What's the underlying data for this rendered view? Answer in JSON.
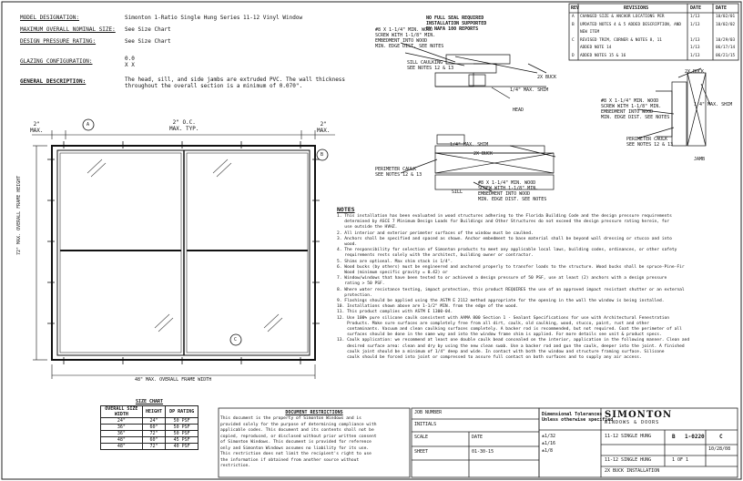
{
  "header_specs": [
    {
      "label": "MODEL DESIGNATION:",
      "value": "Simonton 1-Ratio Single Hung Series 11-12 Vinyl Window"
    },
    {
      "label": "MAXIMUM OVERALL NOMINAL SIZE:",
      "value": "See Size Chart"
    },
    {
      "label": "DESIGN PRESSURE RATING:",
      "value": "See Size Chart"
    },
    {
      "label": "GLAZING CONFIGURATION:",
      "value": "0.0\nX X"
    },
    {
      "label": "GENERAL DESCRIPTION:",
      "value": "The head, sill, and side jambs are extruded PVC. The wall thickness\nthroughout the overall section is a minimum of 0.070\"."
    }
  ],
  "dimensions": {
    "left_max": "2\"\nMAX.",
    "center_max": "2\" O.C.\nMAX. TYP.",
    "right_max": "2\"\nMAX.",
    "bottom_label": "48\" MAX. OVERALL FRAME WIDTH",
    "left_label": "72\" MAX. OVERALL FRAME HEIGHT",
    "circle_a": "A",
    "circle_b": "B",
    "circle_c": "C"
  },
  "details": {
    "top_title": "NO FULL SEAL REQUIRED\nINSTALLATION SUPPORTED\nBY NAFA 100 REPORTS",
    "screw_note_top": "#8 X 1-1/4\" MIN. WOOD\nSCREW WITH 1-1/8\" MIN.\nEMBEDMENT INTO WOOD\nMIN. EDGE DIST. SEE NOTES",
    "sill_caulk": "SILL CAULKING\nSEE NOTES 12 & 13",
    "shim": "1/4\" MAX. SHIM",
    "two_by": "2X BUCK",
    "head": "HEAD",
    "right_screw": "#8 X 1-1/4\" MIN. WOOD\nSCREW WITH 1-1/8\" MIN.\nEMBEDMENT INTO WOOD\nMIN. EDGE DIST. SEE NOTES",
    "right_shim": "1/4\" MAX. SHIM",
    "right_buck": "2X BUCK",
    "jamb": "JAMB",
    "perimeter": "PERIMETER CAULK\nSEE NOTES 12 & 13",
    "sill_shim": "1/4\" MAX. SHIM",
    "sill_buck": "2X BUCK",
    "sill_caulk2": "PERIMETER CAULK\nSEE NOTES 12 & 13",
    "sill_screw": "#8 X 1-1/4\" MIN. WOOD\nSCREW WITH 1-1/8\" MIN.\nEMBEDMENT INTO WOOD\nMIN. EDGE DIST. SEE NOTES",
    "sill": "SILL"
  },
  "revisions": {
    "header": [
      "REV",
      "REVISIONS",
      "DATE",
      "DATE"
    ],
    "rows": [
      [
        "A",
        "CHANGED SIZE & ANCHOR LOCATIONS PER",
        "1/13",
        "10/02/01"
      ],
      [
        "B",
        "UPDATED NOTES 4 & 5 ADDED DESCRIPTION, AND",
        "1/13",
        "10/02/02"
      ],
      [
        "",
        "NEW ITEM",
        "",
        ""
      ],
      [
        "C",
        "REVISED TRIM, CORNER & NOTES 8, 11",
        "1/13",
        "10/29/03"
      ],
      [
        "",
        "ADDED NOTE 14",
        "1/13",
        "06/17/14"
      ],
      [
        "D",
        "ADDED NOTES 15 & 16",
        "1/13",
        "06/21/15"
      ]
    ]
  },
  "notes": {
    "title": "NOTES",
    "items": [
      "1. This installation has been evaluated in wood structures adhering to the Florida Building Code and the design pressure requirements",
      "   determined by ASCE 7 Minimum Design Loads for Buildings and Other Structures do not exceed the design pressure rating herein, for",
      "   use outside the HVHZ.",
      "2. All interior and exterior perimeter surfaces of the window must be caulked.",
      "3. Anchors shall be specified and spaced as shown. Anchor embedment to base material shall be beyond wall dressing or stucco and into",
      "   wood.",
      "4. The responsibility for selection of Simonton products to meet any applicable local laws, building codes, ordinances, or other safety",
      "   requirements rests solely with the architect, building owner or contractor.",
      "5. Shims are optional. Max shim stack is 1/4\".",
      "6. Wood bucks (by others) must be engineered and anchored properly to transfer loads to the structure. Wood bucks shall be spruce-Pine-Fir",
      "   Wood (minimum specific gravity = 0.42) or",
      "7. Window/windows that have been tested to or achieved a design pressure of 50 PSF, use at least (2) anchors with a design pressure",
      "   rating > 50 PSF.",
      "8. Where water resistance testing, impact protection, this product REQUIRES the use of an approved impact resistant shutter or an external",
      "   protection.",
      "9. Flashings should be applied using the ASTM E 2112 method appropriate for the opening in the wall the window is being installed.",
      "10. Installations shown above are 1-1/2\" MIN. from the edge of the wood.",
      "11. This product complies with ASTM E 1300-04.",
      "12. Use 100% pure silicone caulk consistent with AAMA 800 Section 1 - Sealant Specifications for use with Architectural Fenestration",
      "    Products. Make sure surfaces are completely free from all dirt, caulk, old caulking, wood, stucco, paint, rust and other",
      "    contaminants. Vacuum and clean caulking surfaces completely. A backer rod is recommended, but not required. Coat the perimeter of all",
      "    surfaces should be done in the same way and into the window frame shim is applied. For more details see unit & product specs.",
      "13. Caulk application: we recommend at least one double caulk bead concealed on the interior, application in the following manner. Clean and",
      "    desired surface area: clean and dry by using the new clean swab. Use a backer rod and gun the caulk, deeper into the joint. A finished",
      "    caulk joint should be a minimum of 1/4\" deep and wide. In contact with both the window and structure framing surface. Silicone",
      "    caulk should be forced into joint or compressed to assure full contact on both surfaces and to supply any air access."
    ]
  },
  "size_chart": {
    "title": "SIZE CHART",
    "headers": [
      "OVERALL SIZE\nWIDTH",
      "HEIGHT",
      "DP RATING"
    ],
    "rows": [
      [
        "24\"",
        "24\"",
        "50 PSF"
      ],
      [
        "36\"",
        "60\"",
        "50 PSF"
      ],
      [
        "36\"",
        "72\"",
        "50 PSF"
      ],
      [
        "48\"",
        "60\"",
        "45 PSF"
      ],
      [
        "48\"",
        "72\"",
        "40 PSF"
      ]
    ]
  },
  "disclaimer": {
    "title": "DOCUMENT RESTRICTIONS",
    "text": "This document is the property of Simonton Windows and is\nprovided solely for the purpose of determining compliance with\napplicable codes. This document and its contents shall not be\ncopied, reproduced, or disclosed without prior written consent\nof Simonton Windows. This document is provided for reference\nonly and Simonton Windows assumes no liability for its use.\nThis restriction does not limit the recipient's right to use\nthe information if obtained from another source without\nrestriction."
  },
  "engineer": {
    "label1": "JOB NUMBER",
    "label2": "INITIALS",
    "label3": "SCALE",
    "label4": "SHEET",
    "eng_name": "Dimensional Tolerances\nUnless otherwise specified",
    "value1": "±1/32",
    "value2": "±1/16",
    "value3": "±1/8",
    "date_label": "DATE",
    "date_value": "01-30-15"
  },
  "title_block": {
    "company": "SIMONTON",
    "company_sub": "WINDOWS & DOORS",
    "doc_title": "11-12 SINGLE HUNG",
    "drawn_by": "B",
    "doc_no": "1-0220",
    "rev": "C",
    "rev_date": "10/28/08",
    "sheet": "1 OF 1",
    "drawing_desc": "11-12 SINGLE HUNG",
    "foot": "2X BUCK INSTALLATION"
  }
}
